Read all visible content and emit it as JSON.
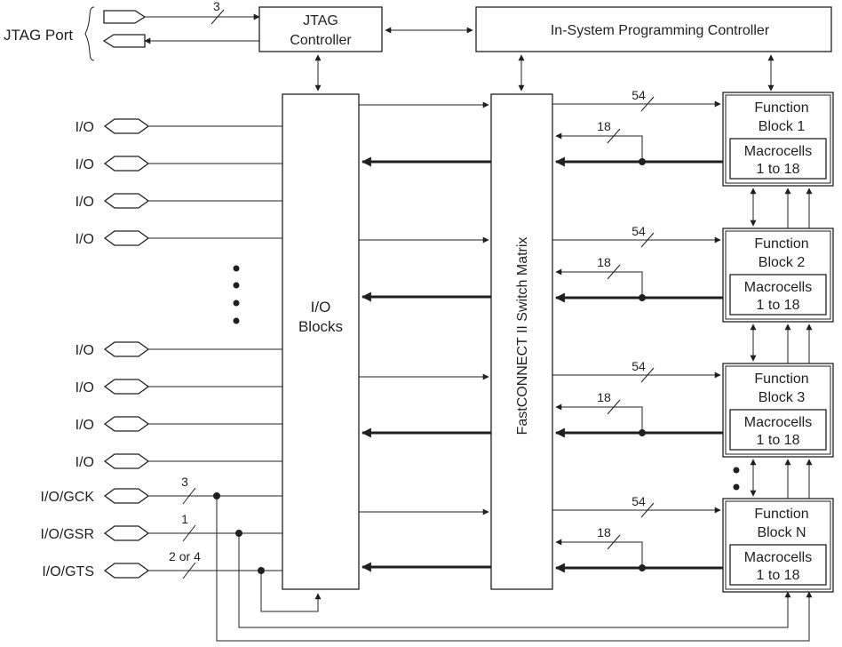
{
  "jtag_port": {
    "label": "JTAG Port",
    "bus_width": "3"
  },
  "jtag_controller": {
    "line1": "JTAG",
    "line2": "Controller"
  },
  "isp_controller": {
    "label": "In-System Programming Controller"
  },
  "io_blocks": {
    "line1": "I/O",
    "line2": "Blocks"
  },
  "switch_matrix": {
    "label": "FastCONNECT II Switch Matrix"
  },
  "io_pins": {
    "top": [
      "I/O",
      "I/O",
      "I/O",
      "I/O"
    ],
    "bottom": [
      "I/O",
      "I/O",
      "I/O",
      "I/O"
    ]
  },
  "special_pins": [
    {
      "label": "I/O/GCK",
      "bus_width": "3"
    },
    {
      "label": "I/O/GSR",
      "bus_width": "1"
    },
    {
      "label": "I/O/GTS",
      "bus_width": "2 or 4"
    }
  ],
  "function_blocks": [
    {
      "line1": "Function",
      "line2": "Block 1",
      "macro1": "Macrocells",
      "macro2": "1 to 18",
      "in_width": "54",
      "fb_width": "18"
    },
    {
      "line1": "Function",
      "line2": "Block 2",
      "macro1": "Macrocells",
      "macro2": "1 to 18",
      "in_width": "54",
      "fb_width": "18"
    },
    {
      "line1": "Function",
      "line2": "Block 3",
      "macro1": "Macrocells",
      "macro2": "1 to 18",
      "in_width": "54",
      "fb_width": "18"
    },
    {
      "line1": "Function",
      "line2": "Block N",
      "macro1": "Macrocells",
      "macro2": "1 to 18",
      "in_width": "54",
      "fb_width": "18"
    }
  ]
}
